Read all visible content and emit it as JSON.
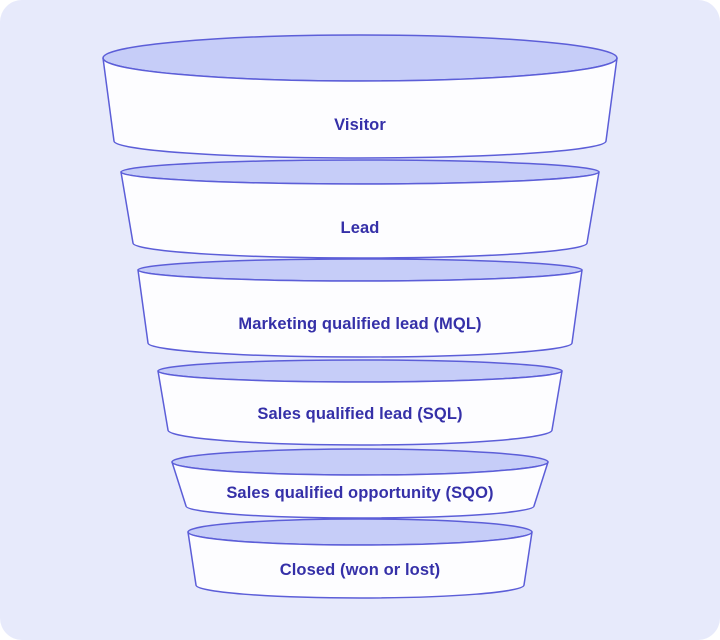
{
  "figure": {
    "type": "funnel-diagram",
    "stages": [
      {
        "label": "Visitor"
      },
      {
        "label": "Lead"
      },
      {
        "label": "Marketing qualified lead (MQL)"
      },
      {
        "label": "Sales qualified lead (SQL)"
      },
      {
        "label": "Sales qualified opportunity (SQO)"
      },
      {
        "label": "Closed (won or lost)"
      }
    ],
    "colors": {
      "page_background": "#ffffff",
      "panel_background": "#e7eafb",
      "segment_top_fill": "#c6cdf8",
      "segment_body_fill": "#fdfdff",
      "outline": "#5c5ed8",
      "label_text": "#3530a8"
    }
  }
}
